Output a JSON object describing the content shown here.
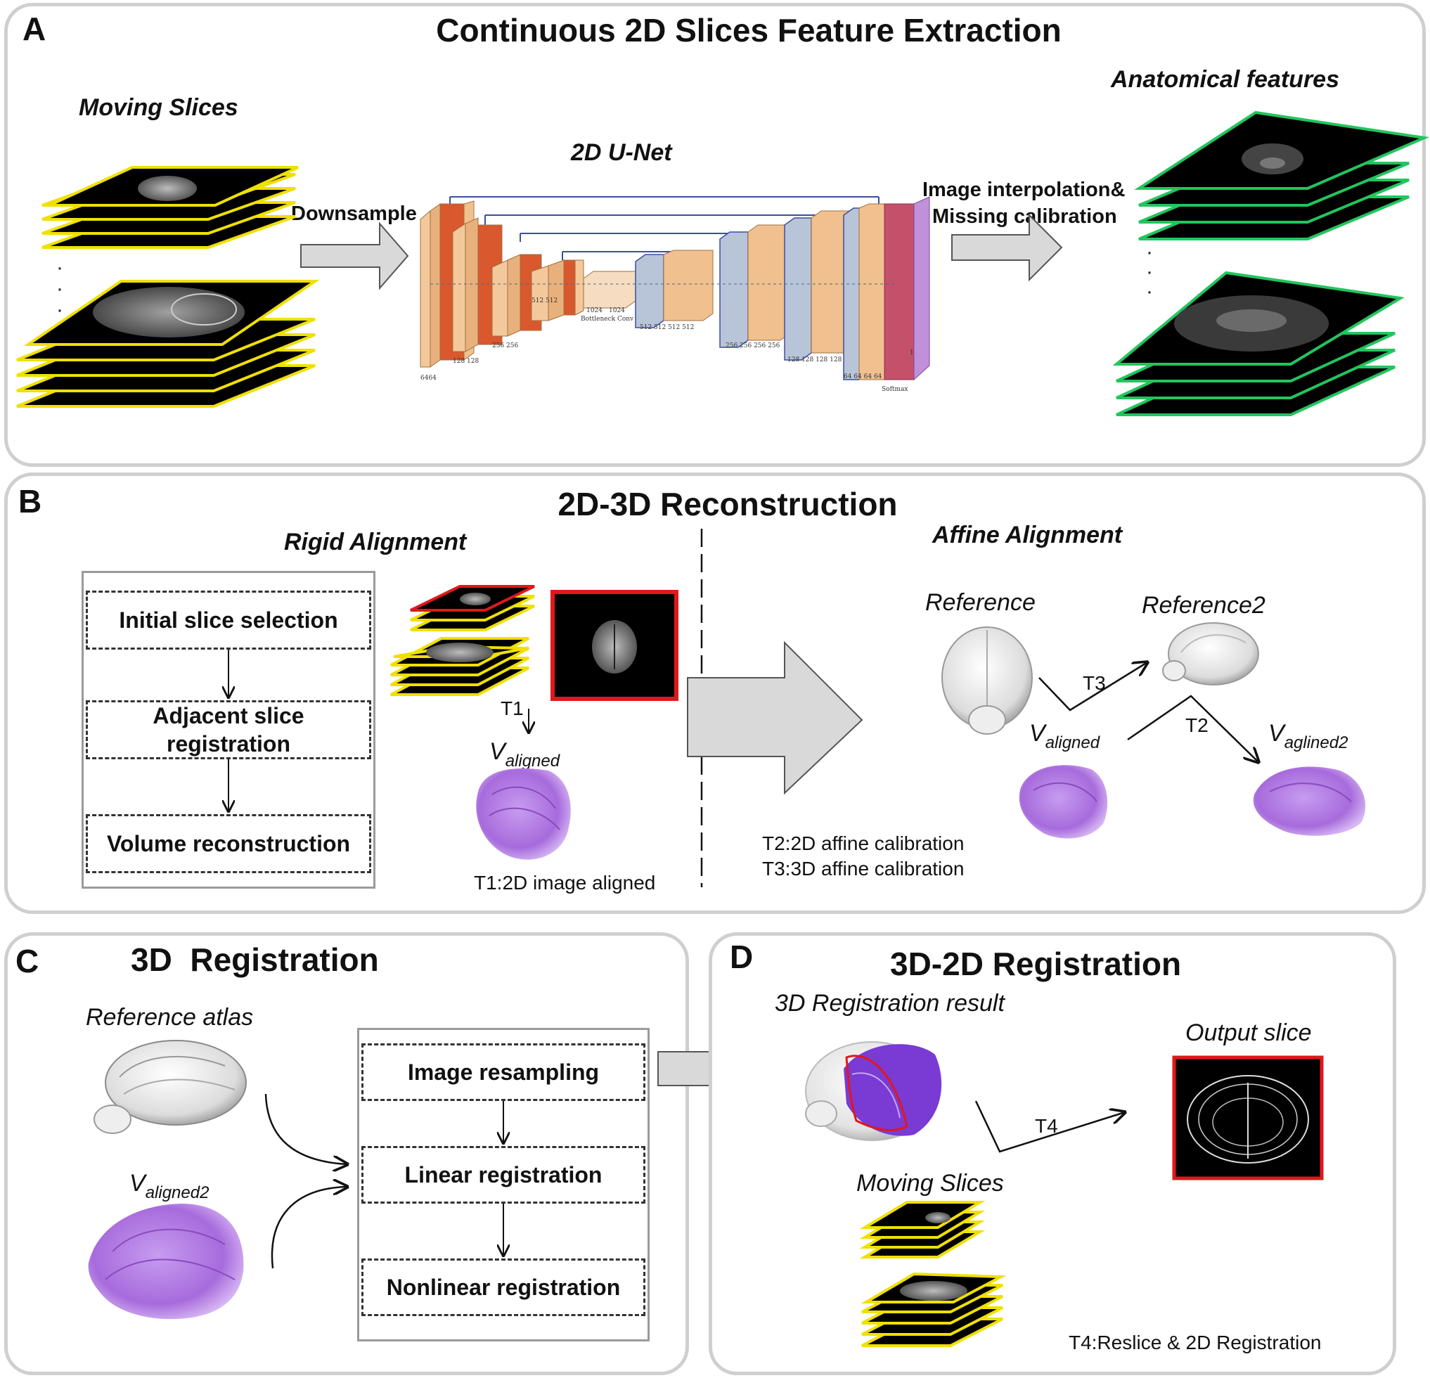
{
  "panels": {
    "a": {
      "label": "A",
      "title": "Continuous 2D Slices Feature Extraction",
      "moving_slices": "Moving Slices",
      "downsample": "Downsample",
      "unet_title": "2D U-Net",
      "interp_line1": "Image interpolation&",
      "interp_line2": "Missing calibration",
      "anatomical": "Anatomical features",
      "unet_labels": {
        "c64": "6464",
        "c128": "128 128",
        "c256": "256 256",
        "c512": "512 512",
        "bottleneck_1024a": "1024",
        "bottleneck_1024b": "1024",
        "bottleneck": "Bottleneck Conv",
        "d512": "512 512 512 512",
        "d256": "256 256 256 256",
        "d128": "128 128 128 128",
        "d64": "64 64 64 64",
        "out": "1",
        "softmax": "Softmax"
      }
    },
    "b": {
      "label": "B",
      "title": "2D-3D Reconstruction",
      "rigid": "Rigid Alignment",
      "affine": "Affine Alignment",
      "flow": [
        "Initial slice selection",
        "Adjacent slice registration",
        "Volume reconstruction"
      ],
      "t1": "T1",
      "v_aligned_main": "V",
      "v_aligned_sub": "aligned",
      "t1_desc": "T1:2D image aligned",
      "reference": "Reference",
      "reference2": "Reference2",
      "t3": "T3",
      "t2": "T2",
      "v_aligned2_main": "V",
      "v_aligned2_sub": "aglined2",
      "t2_desc": "T2:2D affine calibration",
      "t3_desc": "T3:3D affine calibration"
    },
    "c": {
      "label": "C",
      "title": "3D  Registration",
      "ref_atlas": "Reference atlas",
      "v_main": "V",
      "v_sub": "aligned2",
      "flow": [
        "Image resampling",
        "Linear registration",
        "Nonlinear registration"
      ]
    },
    "d": {
      "label": "D",
      "title": "3D-2D Registration",
      "result": "3D Registration result",
      "output": "Output slice",
      "moving": "Moving Slices",
      "t4": "T4",
      "t4_desc": "T4:Reslice & 2D Registration"
    }
  },
  "colors": {
    "panel_border": "#cfcfcf",
    "yellow_frame": "#f0e000",
    "green_frame": "#22c55e",
    "red_frame": "#e0181b",
    "purple_tissue": "#b07ae0",
    "arrow_fill": "#d9d9d9"
  }
}
